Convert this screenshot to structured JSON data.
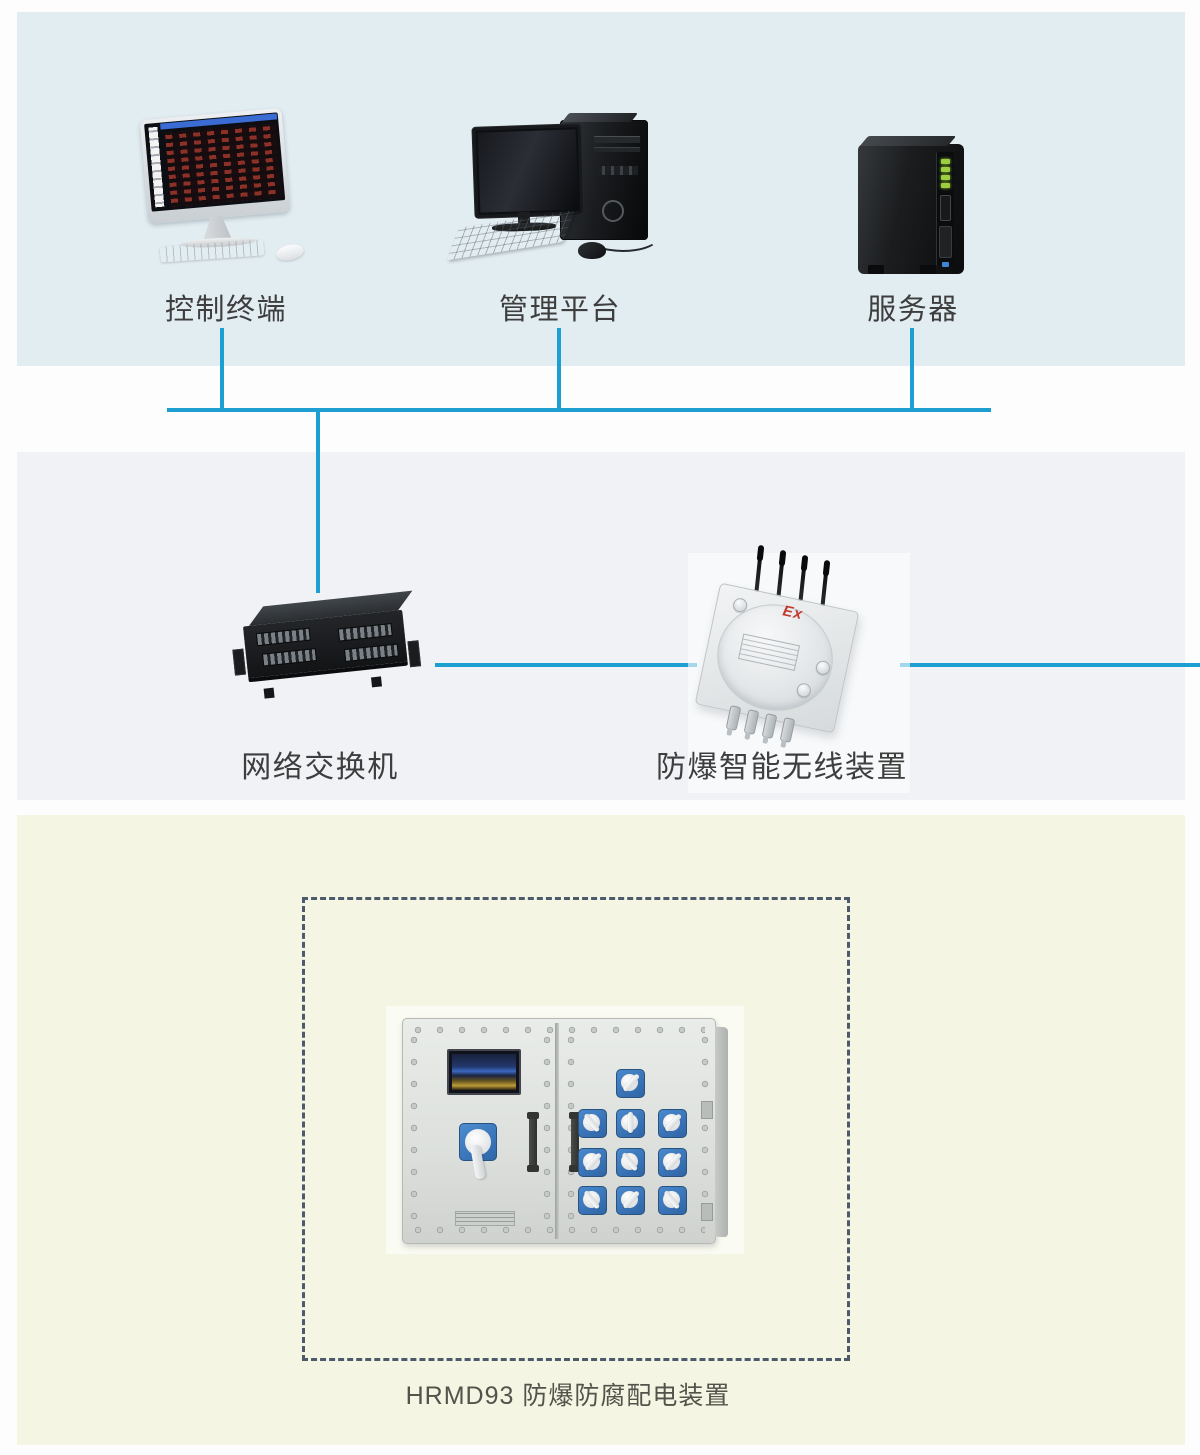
{
  "colors": {
    "top_panel": "#e2edf2",
    "middle_panel": "#f1f2f6",
    "bottom_panel": "#f4f5e3",
    "connector_blue": "#1e9fd2",
    "dashed_border": "#4c5a6b",
    "label_text": "#3e3e3e",
    "ex_red": "#c4392c"
  },
  "top_section": {
    "devices": [
      {
        "name": "control-terminal",
        "label": "控制终端"
      },
      {
        "name": "management-platform",
        "label": "管理平台"
      },
      {
        "name": "server",
        "label": "服务器"
      }
    ]
  },
  "middle_section": {
    "devices": [
      {
        "name": "network-switch",
        "label": "网络交换机"
      },
      {
        "name": "explosion-proof-wireless-device",
        "label": "防爆智能无线装置"
      }
    ]
  },
  "bottom_section": {
    "caption": "HRMD93 防爆防腐配电装置"
  },
  "wireless_device": {
    "ex_marking": "Ex"
  }
}
